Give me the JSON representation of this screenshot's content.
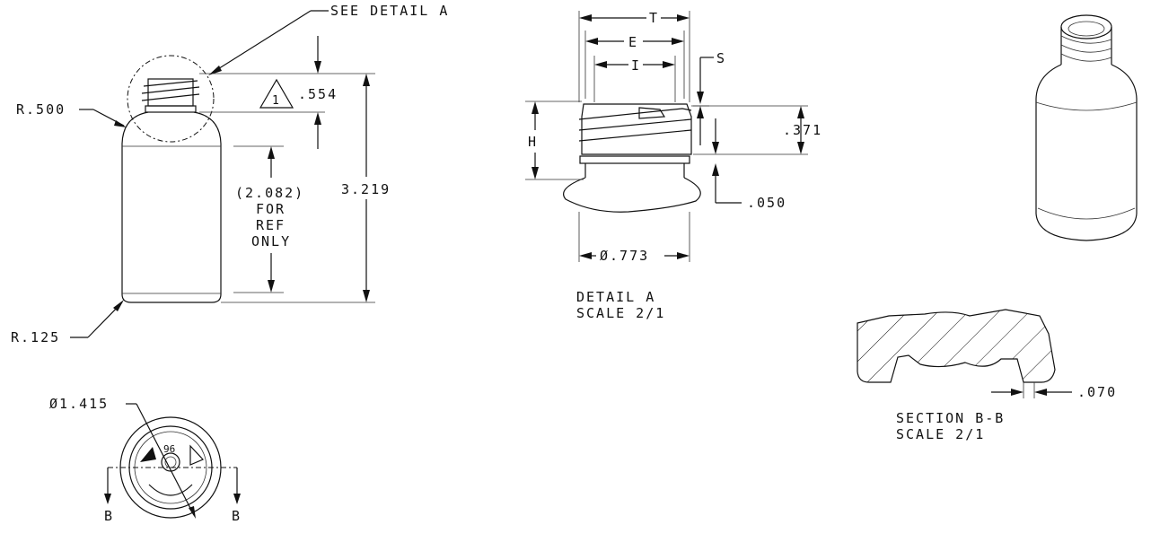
{
  "labels": {
    "see_detail": "SEE DETAIL  A",
    "r500": "R.500",
    "r125": "R.125",
    "dim_554": ".554",
    "note_1": "1",
    "ref_val": "(2.082)",
    "ref_for": "FOR",
    "ref_ref": "REF",
    "ref_only": "ONLY",
    "height_total": "3.219",
    "dia_1415": "Ø1.415",
    "code_96": "96",
    "section_b_left": "B",
    "section_b_right": "B",
    "t": "T",
    "e": "E",
    "i": "I",
    "s": "S",
    "h": "H",
    "dim_371": ".371",
    "dim_050": ".050",
    "dia_773": "Ø.773",
    "detail_title": "DETAIL  A",
    "detail_scale": "SCALE  2/1",
    "section_title": "SECTION  B-B",
    "section_scale": "SCALE  2/1",
    "dim_070": ".070"
  }
}
